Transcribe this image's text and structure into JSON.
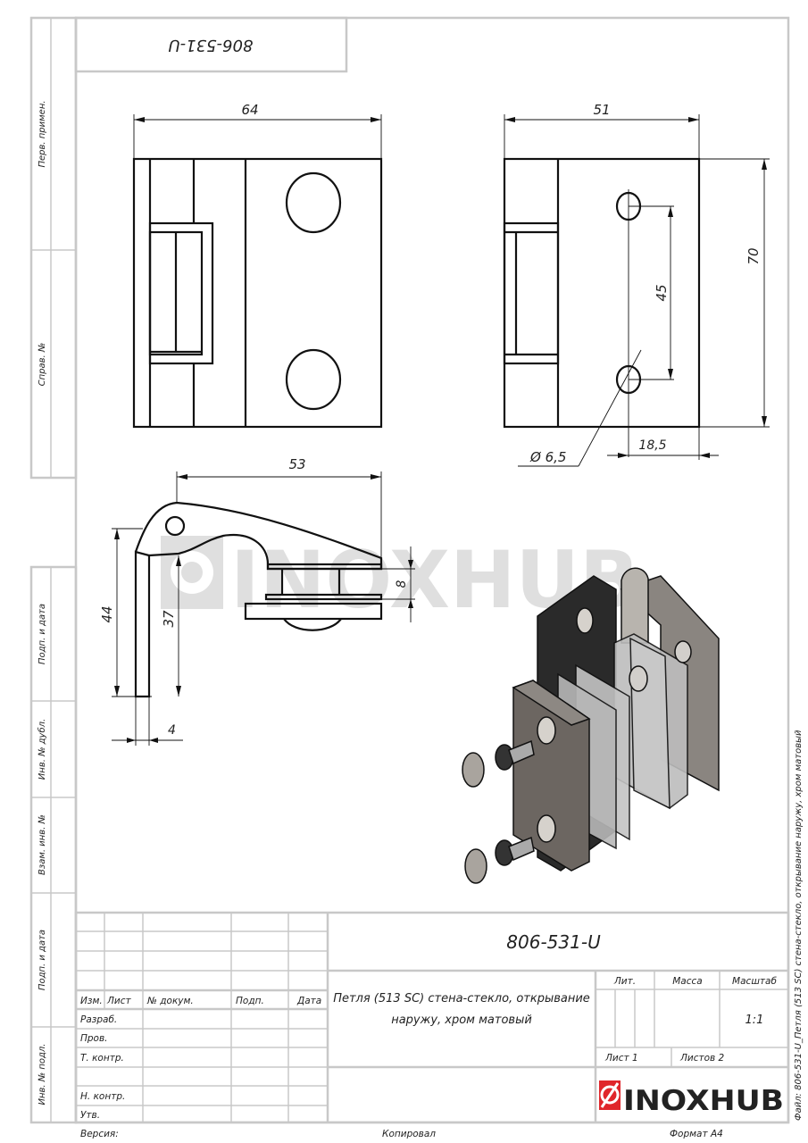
{
  "drawing": {
    "code_top": "806-531-U",
    "code": "806-531-U",
    "title_line1": "Петля (513 SC) стена-стекло, открывание",
    "title_line2": "наружу, хром матовый",
    "side_caption": "Файл: 806-531-U_Петля (513 SC) стена-стекло, открывание наружу, хром матовый"
  },
  "dimensions": {
    "front_width": "64",
    "side_width": "51",
    "height": "70",
    "hole_spacing": "45",
    "hole_diameter": "Ø 6,5",
    "hole_offset": "18,5",
    "profile_length": "53",
    "profile_height": "44",
    "profile_inner": "37",
    "glass_gap": "8",
    "thickness": "4"
  },
  "left_strip": [
    "Перв. примен.",
    "Справ. №",
    "Подп. и дата",
    "Инв. № дубл.",
    "Взам. инв. №",
    "Подп. и дата",
    "Инв. № подл."
  ],
  "title_block": {
    "headers": [
      "Изм.",
      "Лист",
      "№ докум.",
      "Подп.",
      "Дата"
    ],
    "roles": [
      "Разраб.",
      "Пров.",
      "Т. контр.",
      "",
      "Н. контр.",
      "Утв."
    ],
    "lit": "Лит.",
    "mass": "Масса",
    "scale_label": "Масштаб",
    "scale": "1:1",
    "sheet": "Лист 1",
    "sheets": "Листов 2",
    "logo": "INOXHUB"
  },
  "footer": {
    "version": "Версия:",
    "copied": "Копировал",
    "format": "Формат A4"
  },
  "watermark": "INOXHUB",
  "colors": {
    "brand_red": "#e0262b",
    "frame": "#c8c8c8"
  }
}
